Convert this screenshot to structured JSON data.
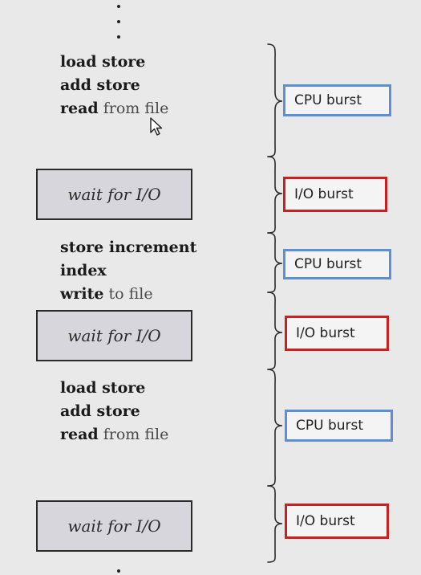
{
  "code_blocks": [
    {
      "lines": [
        {
          "kw": "load store",
          "rest": ""
        },
        {
          "kw": "add store",
          "rest": ""
        },
        {
          "kw": "read",
          "rest": " from file"
        }
      ]
    },
    {
      "lines": [
        {
          "kw": "store increment",
          "rest": ""
        },
        {
          "kw": "index",
          "rest": ""
        },
        {
          "kw": "write",
          "rest": " to file"
        }
      ]
    },
    {
      "lines": [
        {
          "kw": "load store",
          "rest": ""
        },
        {
          "kw": "add store",
          "rest": ""
        },
        {
          "kw": "read",
          "rest": " from file"
        }
      ]
    }
  ],
  "wait_boxes": [
    "wait for I/O",
    "wait for I/O",
    "wait for I/O"
  ],
  "bursts": [
    {
      "label": "CPU burst",
      "kind": "cpu"
    },
    {
      "label": "I/O burst",
      "kind": "io"
    },
    {
      "label": "CPU burst",
      "kind": "cpu"
    },
    {
      "label": "I/O burst",
      "kind": "io"
    },
    {
      "label": "CPU burst",
      "kind": "cpu"
    },
    {
      "label": "I/O burst",
      "kind": "io"
    }
  ],
  "colors": {
    "cpu": "#5b8fd8",
    "io": "#cc2020",
    "background": "#e9e9e9",
    "box_fill": "#d6d6dc"
  }
}
